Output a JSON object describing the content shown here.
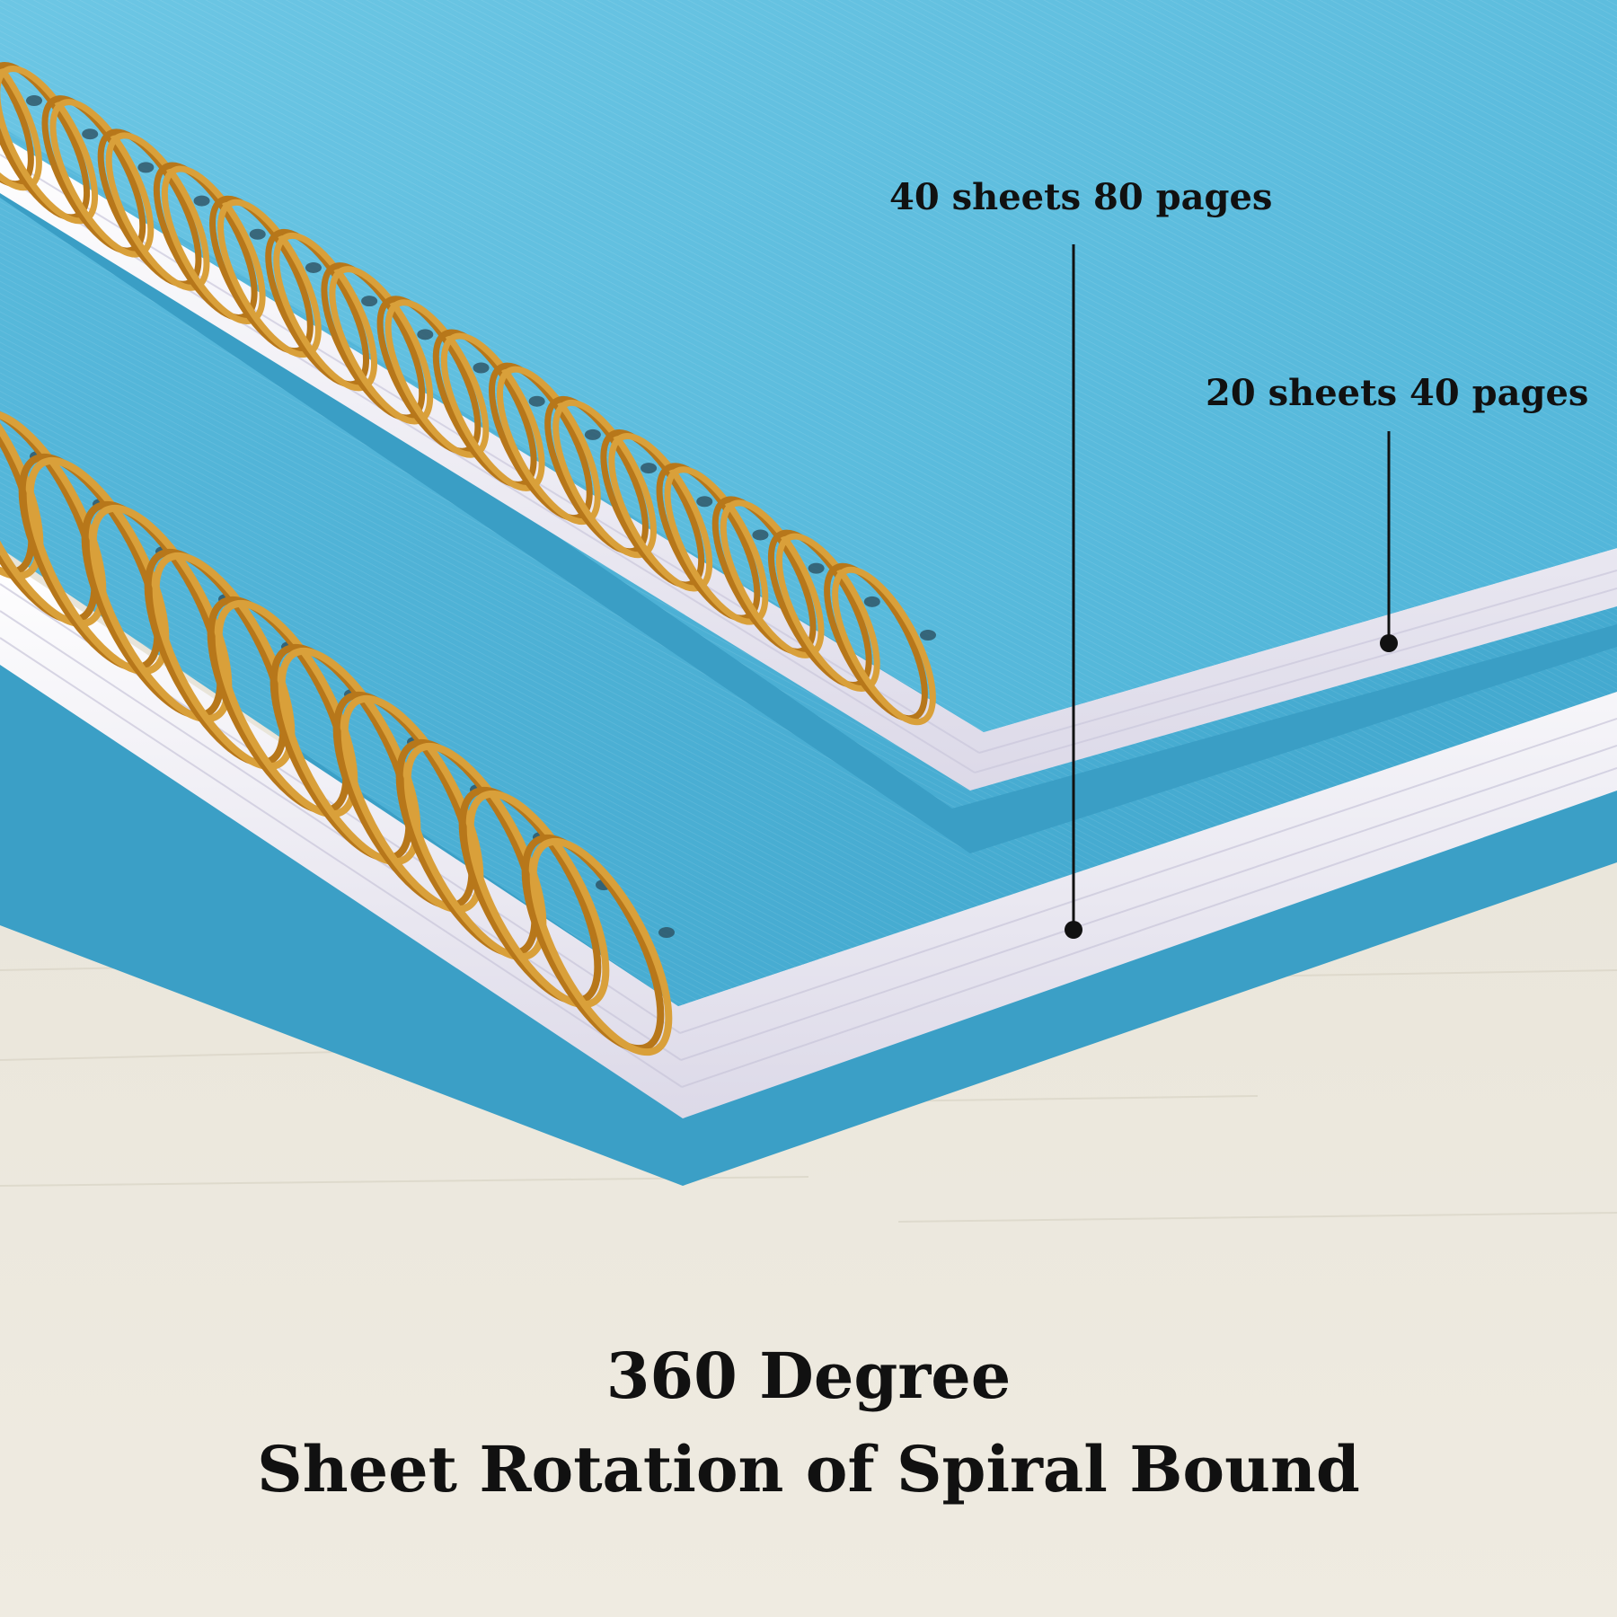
{
  "callouts": {
    "thick_notebook": "40 sheets 80 pages",
    "thin_notebook": "20 sheets 40 pages"
  },
  "headline": {
    "line1": "360 Degree",
    "line2": "Sheet Rotation of Spiral Bound"
  },
  "colors": {
    "cover": "#4db3d6",
    "cover_light": "#6cc6e4",
    "pages": "#f2f0f8",
    "spiral": "#c9891f",
    "table": "#ece8dc",
    "text": "#111111"
  }
}
